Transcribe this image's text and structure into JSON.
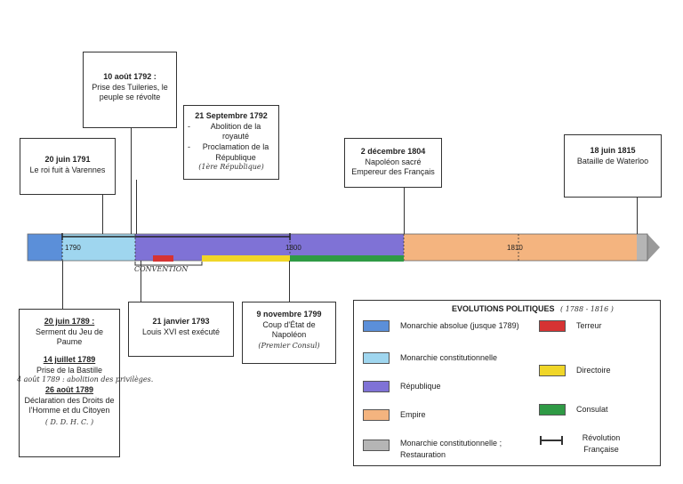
{
  "timeline": {
    "ticks": [
      "1790",
      "1800",
      "1810"
    ],
    "handwritten_label": "CONVENTION"
  },
  "events": {
    "e1792_08": {
      "date": "10 août 1792 :",
      "text": "Prise des Tuileries, le peuple se révolte"
    },
    "e1792_09": {
      "date": "21 Septembre 1792",
      "items": [
        "Abolition de la royauté",
        "Proclamation de la République"
      ],
      "note": "(1ère République)"
    },
    "e1791": {
      "date": "20 juin 1791",
      "text": "Le roi fuit à Varennes"
    },
    "e1804": {
      "date": "2 décembre 1804",
      "text": "Napoléon sacré Empereur des Français"
    },
    "e1815": {
      "date": "18 juin 1815",
      "text": "Bataille de Waterloo"
    },
    "e1789": {
      "date1": "20 juin 1789 :",
      "text1": "Serment du Jeu de Paume",
      "date2": "14 juillet 1789",
      "text2": "Prise de la Bastille",
      "note1": "4 août 1789 : abolition des privilèges.",
      "date3": "26 août 1789",
      "text3": "Déclaration des Droits de l'Homme et du Citoyen",
      "note2": "( D. D. H. C. )"
    },
    "e1793": {
      "date": "21 janvier 1793",
      "text": "Louis XVI est exécuté"
    },
    "e1799": {
      "date": "9 novembre 1799",
      "text": "Coup d'État de Napoléon",
      "note": "(Premier Consul)"
    }
  },
  "legend": {
    "title": "EVOLUTIONS POLITIQUES",
    "title_note": "( 1788 - 1816 )",
    "items": [
      {
        "label": "Monarchie absolue (jusque 1789)",
        "color": "#5b8fd9"
      },
      {
        "label": "Terreur",
        "color": "#d63333"
      },
      {
        "label": "Monarchie constitutionnelle",
        "color": "#9fd6ef"
      },
      {
        "label": "République",
        "color": "#7f72d6"
      },
      {
        "label": "Directoire",
        "color": "#f0d628"
      },
      {
        "label": "Empire",
        "color": "#f4b47f"
      },
      {
        "label": "Consulat",
        "color": "#2f9a45"
      },
      {
        "label": "Monarchie constitutionnelle ; Restauration",
        "color": "#b5b5b5"
      },
      {
        "label": "Révolution Française",
        "color": "#333333"
      }
    ]
  }
}
